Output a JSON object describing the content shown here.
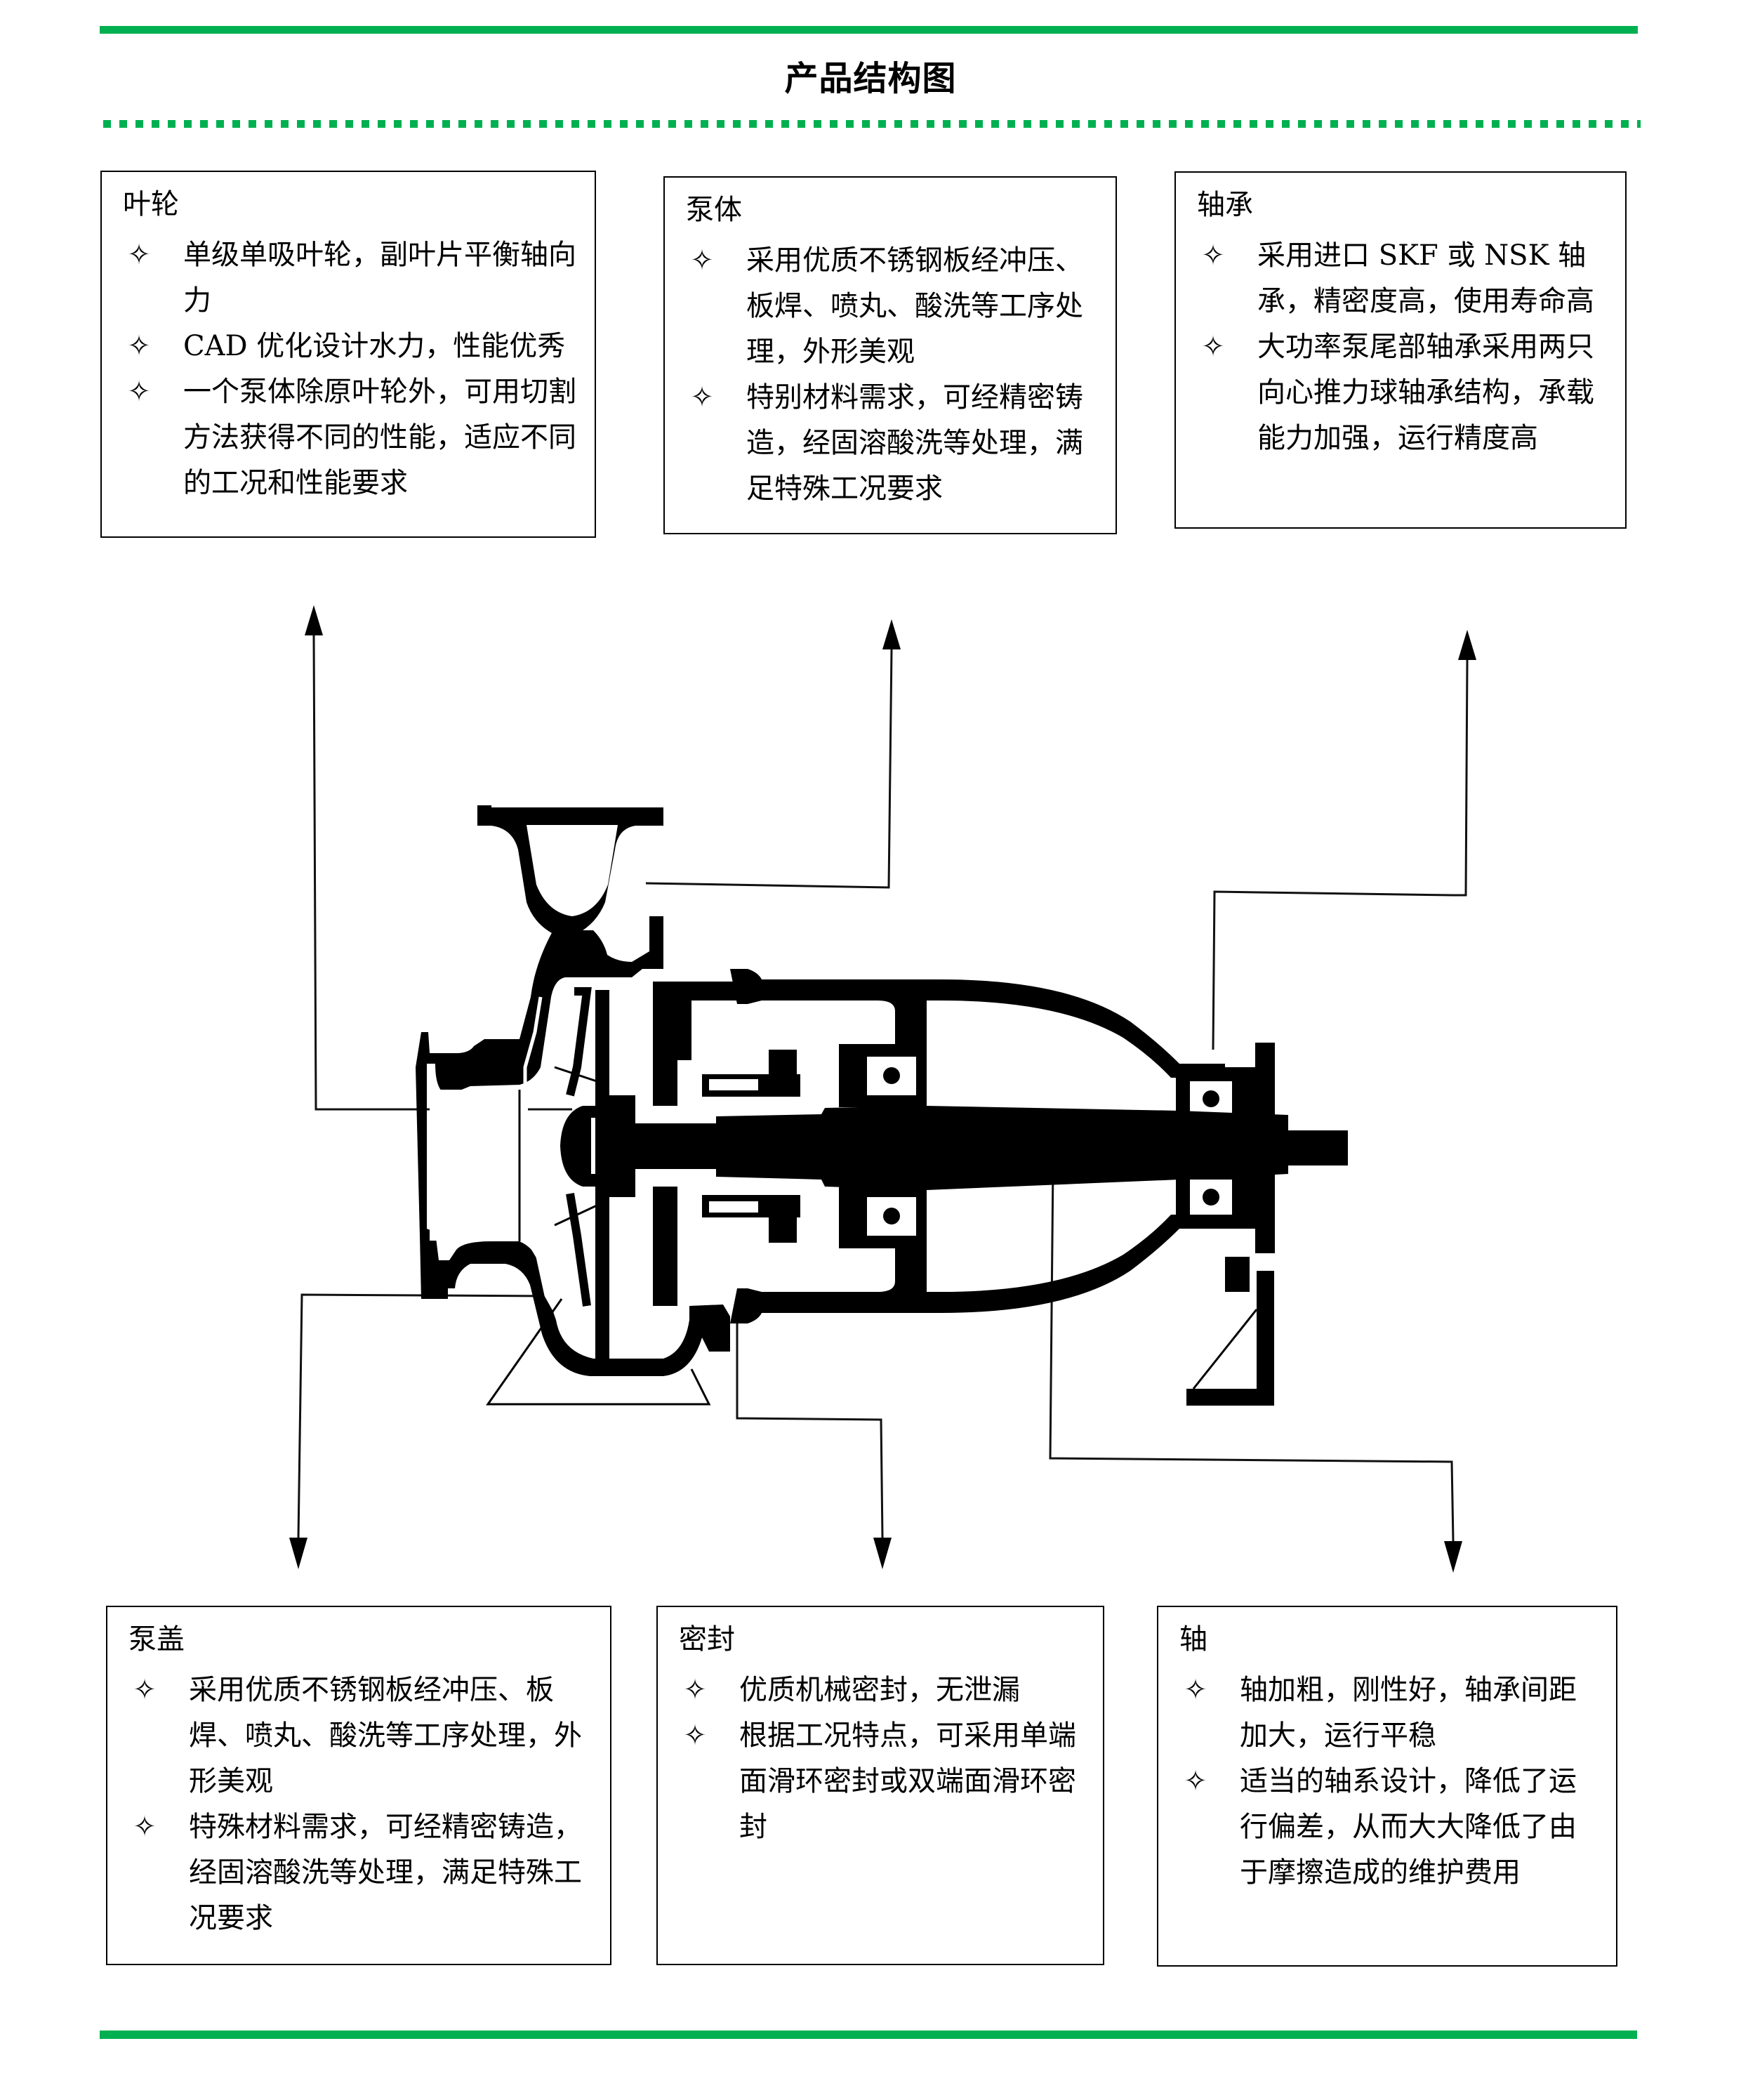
{
  "page": {
    "title": "产品结构图",
    "accent_color": "#00B050"
  },
  "bullet_icon": "✧",
  "top_boxes": [
    {
      "heading": "叶轮",
      "items": [
        "单级单吸叶轮，副叶片平衡轴向力",
        "CAD 优化设计水力，性能优秀",
        "一个泵体除原叶轮外，可用切割方法获得不同的性能，适应不同的工况和性能要求"
      ]
    },
    {
      "heading": "泵体",
      "items": [
        "采用优质不锈钢板经冲压、板焊、喷丸、酸洗等工序处理，外形美观",
        "特别材料需求，可经精密铸造，经固溶酸洗等处理，满足特殊工况要求"
      ]
    },
    {
      "heading": "轴承",
      "items": [
        "采用进口 SKF 或 NSK 轴承，精密度高，使用寿命高",
        "大功率泵尾部轴承采用两只向心推力球轴承结构，承载能力加强，运行精度高"
      ]
    }
  ],
  "bottom_boxes": [
    {
      "heading": "泵盖",
      "items": [
        "采用优质不锈钢板经冲压、板焊、喷丸、酸洗等工序处理，外形美观",
        "特殊材料需求，可经精密铸造，经固溶酸洗等处理，满足特殊工况要求"
      ]
    },
    {
      "heading": "密封",
      "items": [
        "优质机械密封，无泄漏",
        "根据工况特点，可采用单端面滑环密封或双端面滑环密封"
      ]
    },
    {
      "heading": "轴",
      "items": [
        "轴加粗，刚性好，轴承间距加大，运行平稳",
        "适当的轴系设计，降低了运行偏差，从而大大降低了由于摩擦造成的维护费用"
      ]
    }
  ],
  "diagram": {
    "subject": "centrifugal-pump-cross-section",
    "callouts": [
      "叶轮",
      "泵体",
      "轴承",
      "泵盖",
      "密封",
      "轴"
    ]
  }
}
